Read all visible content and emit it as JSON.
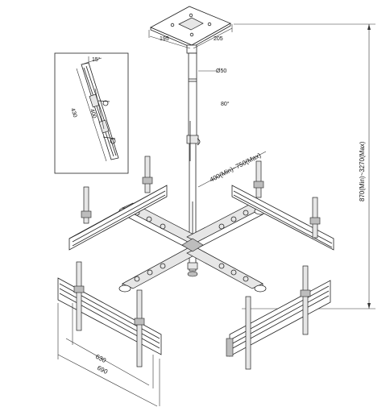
{
  "dimensions": {
    "plate_left": "195",
    "plate_right": "205",
    "pole_diameter": "Ø50",
    "tilt_angle": "15°",
    "rotation_angle": "80°",
    "bracket_height": "400",
    "bracket_length": "430",
    "pole_extension": "400(Min)~750(Max)",
    "total_height": "870(Min)~3270(Max)",
    "inner_width": "630",
    "outer_width": "690"
  },
  "colors": {
    "line": "#222222",
    "fill_light": "#e6e6e6",
    "fill_dark": "#bdbdbd"
  }
}
